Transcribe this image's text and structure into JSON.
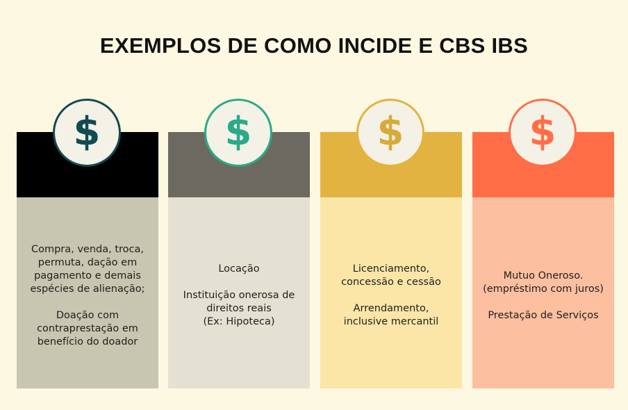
{
  "title": "EXEMPLOS DE COMO INCIDE E CBS IBS",
  "cards": [
    {
      "icon": "$",
      "colors": {
        "head": "#000000",
        "body": "#c8c6b0",
        "ring": "#124a52",
        "icon": "#124a52"
      },
      "paragraphs": [
        [
          "Compra, venda, troca,",
          "permuta, dação em",
          "pagamento e demais",
          "espécies de alienação;"
        ],
        [
          "Doação com",
          "contraprestação em",
          "benefício do doador"
        ]
      ]
    },
    {
      "icon": "$",
      "colors": {
        "head": "#6c6a60",
        "body": "#e4e1d2",
        "ring": "#2aaa8a",
        "icon": "#2aaa8a"
      },
      "paragraphs": [
        [
          "Locação"
        ],
        [
          "Instituição onerosa de",
          "direitos reais",
          "(Ex: Hipoteca)"
        ]
      ]
    },
    {
      "icon": "$",
      "colors": {
        "head": "#e2b340",
        "body": "#fbe6a7",
        "ring": "#e2b340",
        "icon": "#d8aa3a"
      },
      "paragraphs": [
        [
          "Licenciamento,",
          "concessão e cessão"
        ],
        [
          "Arrendamento,",
          "inclusive mercantil"
        ]
      ]
    },
    {
      "icon": "$",
      "colors": {
        "head": "#ff6e47",
        "body": "#fcbfa0",
        "ring": "#ff6e47",
        "icon": "#ff6e47"
      },
      "paragraphs": [
        [
          "Mutuo Oneroso.",
          "(empréstimo com juros)"
        ],
        [
          "Prestação de Serviços"
        ]
      ]
    }
  ]
}
